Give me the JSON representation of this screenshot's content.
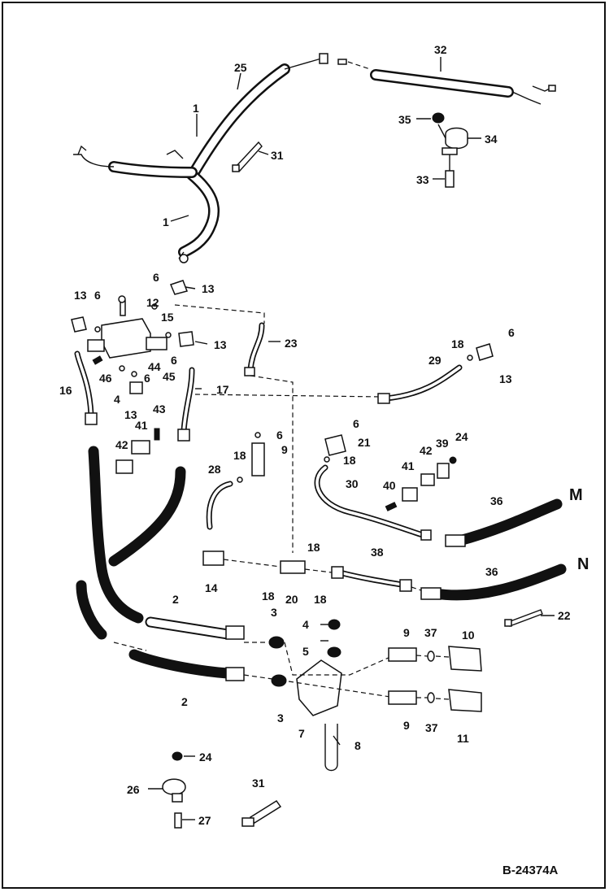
{
  "figure_ref": "B-24374A",
  "hose_labels": {
    "m": "M",
    "n": "N"
  },
  "callouts": [
    {
      "id": "c1a",
      "text": "1"
    },
    {
      "id": "c1b",
      "text": "1"
    },
    {
      "id": "c25",
      "text": "25"
    },
    {
      "id": "c31a",
      "text": "31"
    },
    {
      "id": "c32",
      "text": "32"
    },
    {
      "id": "c35",
      "text": "35"
    },
    {
      "id": "c34",
      "text": "34"
    },
    {
      "id": "c33",
      "text": "33"
    },
    {
      "id": "c6a",
      "text": "6"
    },
    {
      "id": "c13a",
      "text": "13"
    },
    {
      "id": "c13b",
      "text": "13"
    },
    {
      "id": "c6b",
      "text": "6"
    },
    {
      "id": "c12",
      "text": "12"
    },
    {
      "id": "c15",
      "text": "15"
    },
    {
      "id": "c13c",
      "text": "13"
    },
    {
      "id": "c23",
      "text": "23"
    },
    {
      "id": "c6c",
      "text": "6"
    },
    {
      "id": "c44",
      "text": "44"
    },
    {
      "id": "c46",
      "text": "46"
    },
    {
      "id": "c6d",
      "text": "6"
    },
    {
      "id": "c45",
      "text": "45"
    },
    {
      "id": "c4a",
      "text": "4"
    },
    {
      "id": "c16",
      "text": "16"
    },
    {
      "id": "c13d",
      "text": "13"
    },
    {
      "id": "c17",
      "text": "17"
    },
    {
      "id": "c43",
      "text": "43"
    },
    {
      "id": "c41a",
      "text": "41"
    },
    {
      "id": "c42a",
      "text": "42"
    },
    {
      "id": "c18a",
      "text": "18"
    },
    {
      "id": "c6e",
      "text": "6"
    },
    {
      "id": "c29",
      "text": "29"
    },
    {
      "id": "c13e",
      "text": "13"
    },
    {
      "id": "c6f",
      "text": "6"
    },
    {
      "id": "c9a",
      "text": "9"
    },
    {
      "id": "c18b",
      "text": "18"
    },
    {
      "id": "c6g",
      "text": "6"
    },
    {
      "id": "c21",
      "text": "21"
    },
    {
      "id": "c18c",
      "text": "18"
    },
    {
      "id": "c28",
      "text": "28"
    },
    {
      "id": "c42b",
      "text": "42"
    },
    {
      "id": "c39",
      "text": "39"
    },
    {
      "id": "c24a",
      "text": "24"
    },
    {
      "id": "c41b",
      "text": "41"
    },
    {
      "id": "c40",
      "text": "40"
    },
    {
      "id": "c30",
      "text": "30"
    },
    {
      "id": "c36a",
      "text": "36"
    },
    {
      "id": "c18d",
      "text": "18"
    },
    {
      "id": "c14",
      "text": "14"
    },
    {
      "id": "c38",
      "text": "38"
    },
    {
      "id": "c18e",
      "text": "18"
    },
    {
      "id": "c20",
      "text": "20"
    },
    {
      "id": "c18f",
      "text": "18"
    },
    {
      "id": "c36b",
      "text": "36"
    },
    {
      "id": "c2a",
      "text": "2"
    },
    {
      "id": "c3a",
      "text": "3"
    },
    {
      "id": "c4b",
      "text": "4"
    },
    {
      "id": "c5",
      "text": "5"
    },
    {
      "id": "c9b",
      "text": "9"
    },
    {
      "id": "c37a",
      "text": "37"
    },
    {
      "id": "c10",
      "text": "10"
    },
    {
      "id": "c22",
      "text": "22"
    },
    {
      "id": "c2b",
      "text": "2"
    },
    {
      "id": "c3b",
      "text": "3"
    },
    {
      "id": "c7",
      "text": "7"
    },
    {
      "id": "c9c",
      "text": "9"
    },
    {
      "id": "c37b",
      "text": "37"
    },
    {
      "id": "c11",
      "text": "11"
    },
    {
      "id": "c8",
      "text": "8"
    },
    {
      "id": "c24b",
      "text": "24"
    },
    {
      "id": "c26",
      "text": "26"
    },
    {
      "id": "c27",
      "text": "27"
    },
    {
      "id": "c31b",
      "text": "31"
    }
  ]
}
